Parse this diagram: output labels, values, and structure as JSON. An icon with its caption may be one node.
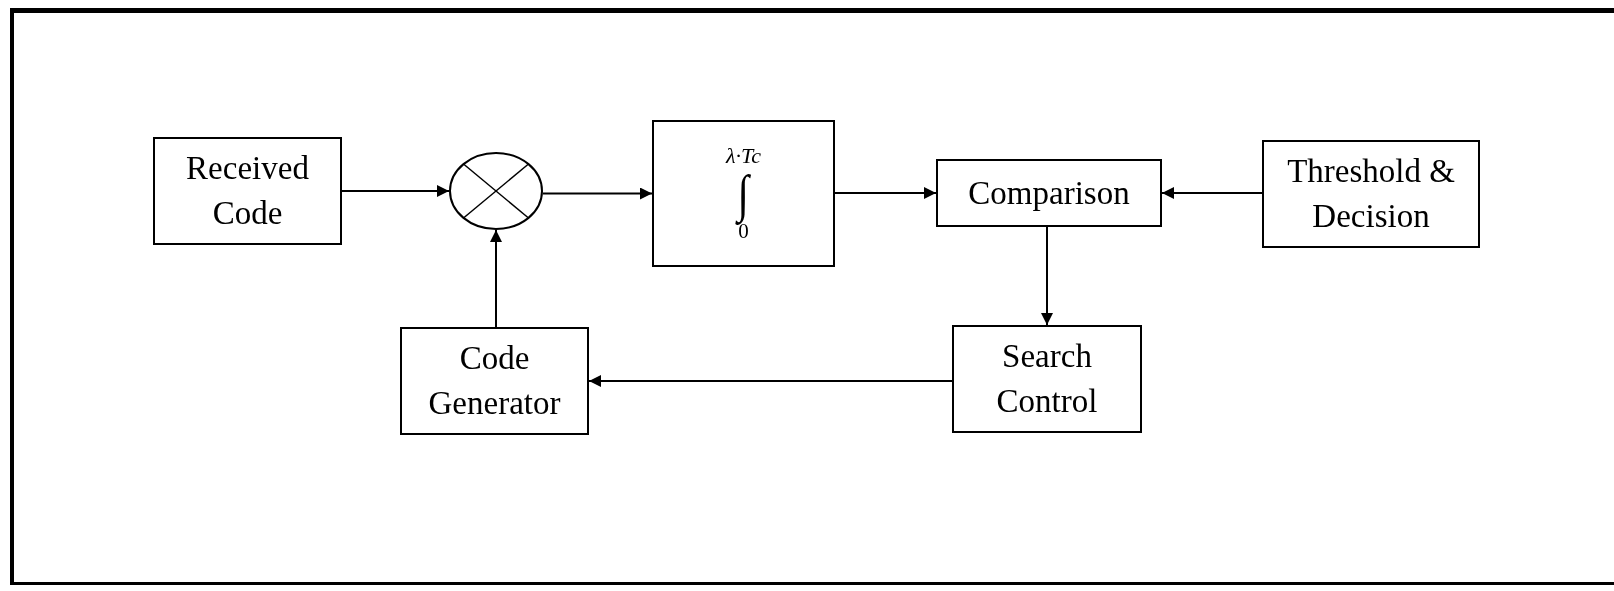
{
  "diagram": {
    "nodes": [
      {
        "text": [
          "Received Code"
        ]
      },
      {
        "text": [],
        "shape": "circle"
      },
      {
        "text": [
          "λ·Tc",
          "∫",
          "0"
        ]
      },
      {
        "text": [
          "Comparison"
        ]
      },
      {
        "text": [
          "Threshold & Decision"
        ]
      },
      {
        "text": [
          "Code Generator"
        ]
      },
      {
        "text": [
          "Search Control"
        ]
      }
    ],
    "edges": [
      {
        "from": 0,
        "to": 1,
        "arrow": "to"
      },
      {
        "from": 5,
        "to": 1,
        "arrow": "to"
      },
      {
        "from": 1,
        "to": 2,
        "arrow": "to"
      },
      {
        "from": 2,
        "to": 3,
        "arrow": "to"
      },
      {
        "from": 4,
        "to": 3,
        "arrow": "to"
      },
      {
        "from": 3,
        "to": 6,
        "arrow": "to"
      },
      {
        "from": 6,
        "to": 5,
        "arrow": "to"
      }
    ]
  }
}
